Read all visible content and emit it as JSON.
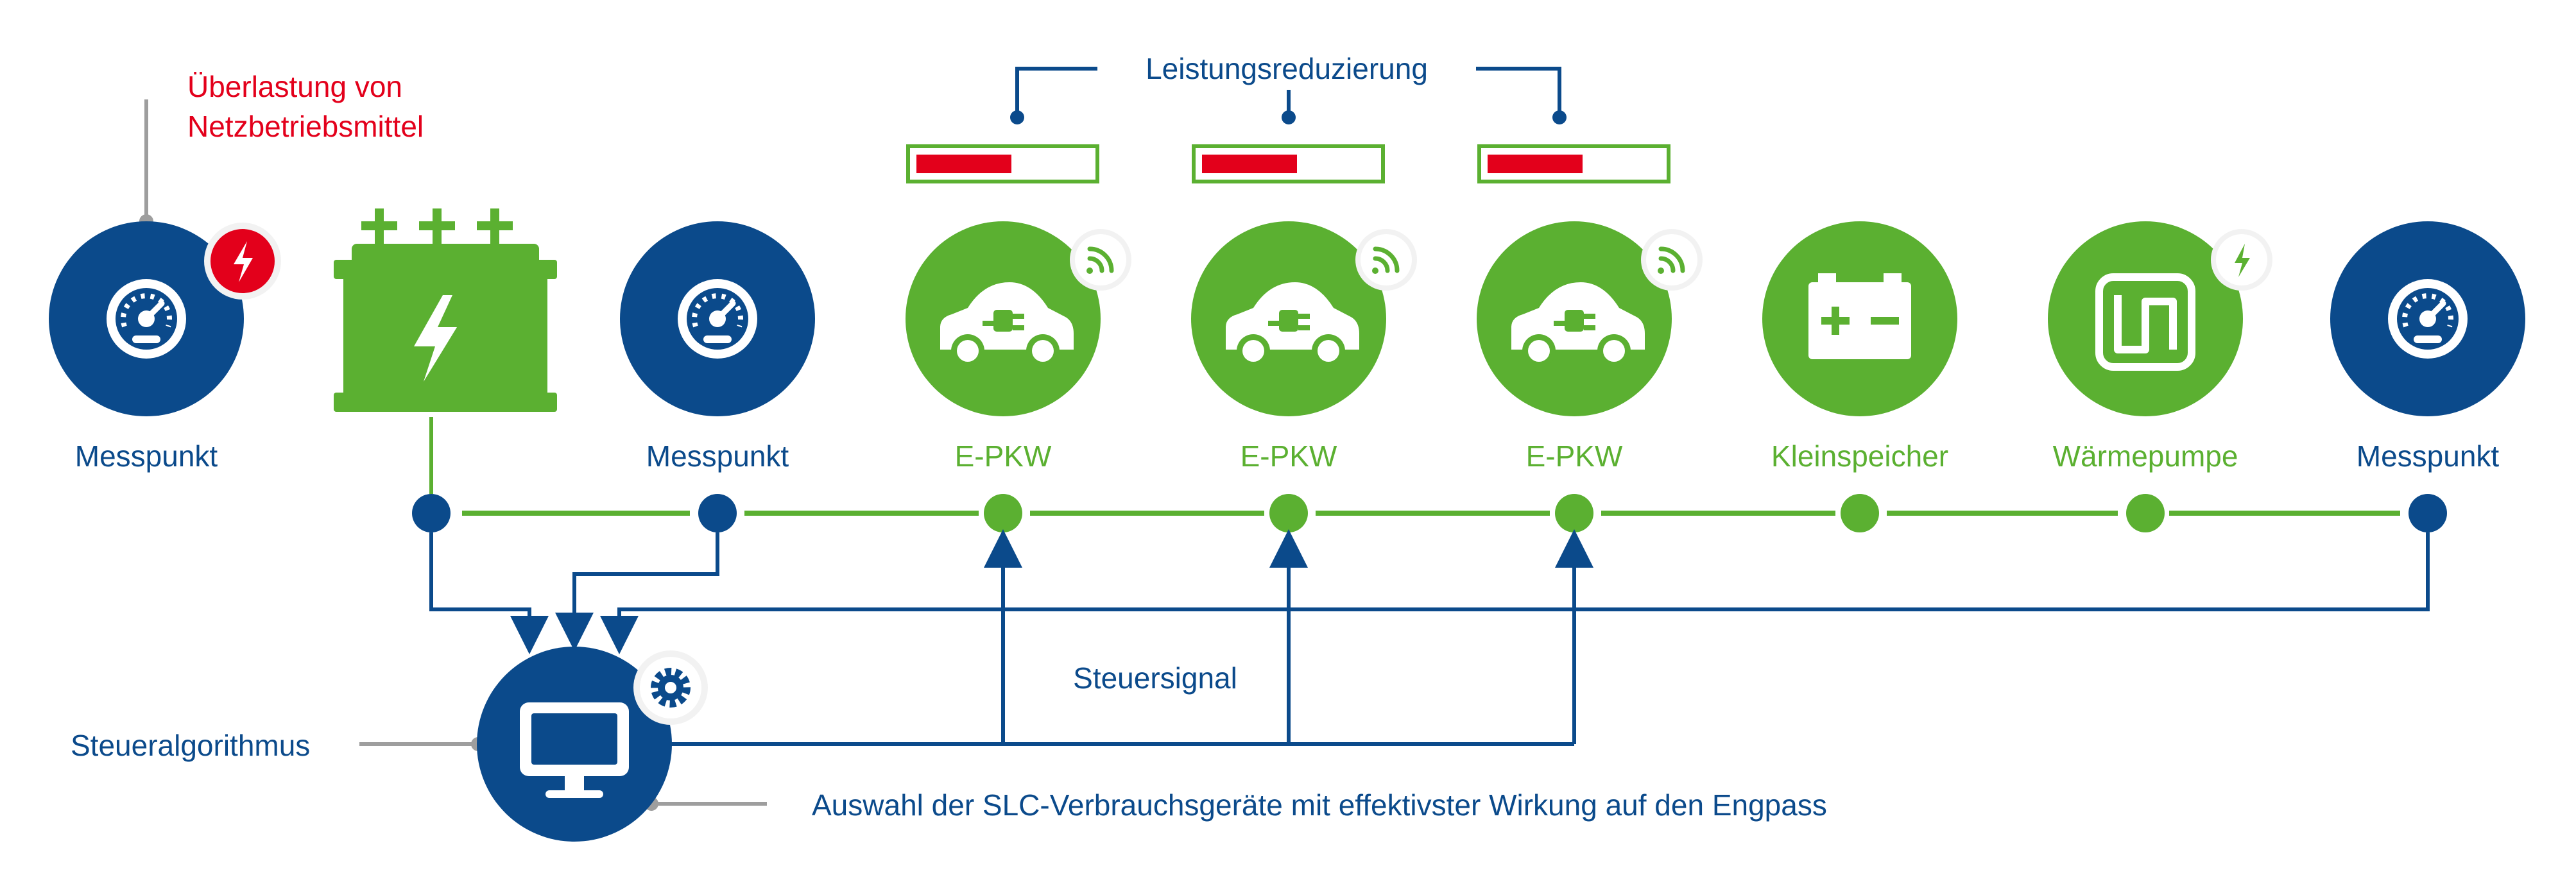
{
  "colors": {
    "blue": "#0b4a8b",
    "green": "#5bb031",
    "red": "#e3001b",
    "grey": "#9e9e9e",
    "badge_bg": "#f2f2f2"
  },
  "title_top": "Leistungsreduzierung",
  "overload_label_line1": "Überlastung von",
  "overload_label_line2": "Netzbetriebsmittel",
  "nodes": [
    {
      "label": "Messpunkt",
      "icon": "gauge-icon",
      "kind": "meter"
    },
    {
      "label": "",
      "icon": "battery-transformer-icon",
      "kind": "transformer"
    },
    {
      "label": "Messpunkt",
      "icon": "gauge-icon",
      "kind": "meter"
    },
    {
      "label": "E-PKW",
      "icon": "electric-car-icon",
      "kind": "ev"
    },
    {
      "label": "E-PKW",
      "icon": "electric-car-icon",
      "kind": "ev"
    },
    {
      "label": "E-PKW",
      "icon": "electric-car-icon",
      "kind": "ev"
    },
    {
      "label": "Kleinspeicher",
      "icon": "battery-icon",
      "kind": "storage"
    },
    {
      "label": "Wärmepumpe",
      "icon": "heat-pump-icon",
      "kind": "heatpump"
    },
    {
      "label": "Messpunkt",
      "icon": "gauge-icon",
      "kind": "meter"
    }
  ],
  "power_reduction_level": 0.55,
  "control_signal_label": "Steuersignal",
  "algorithm_label": "Steueralgorithmus",
  "selection_label": "Auswahl der SLC-Verbrauchsgeräte mit effektivster Wirkung auf den Engpass"
}
